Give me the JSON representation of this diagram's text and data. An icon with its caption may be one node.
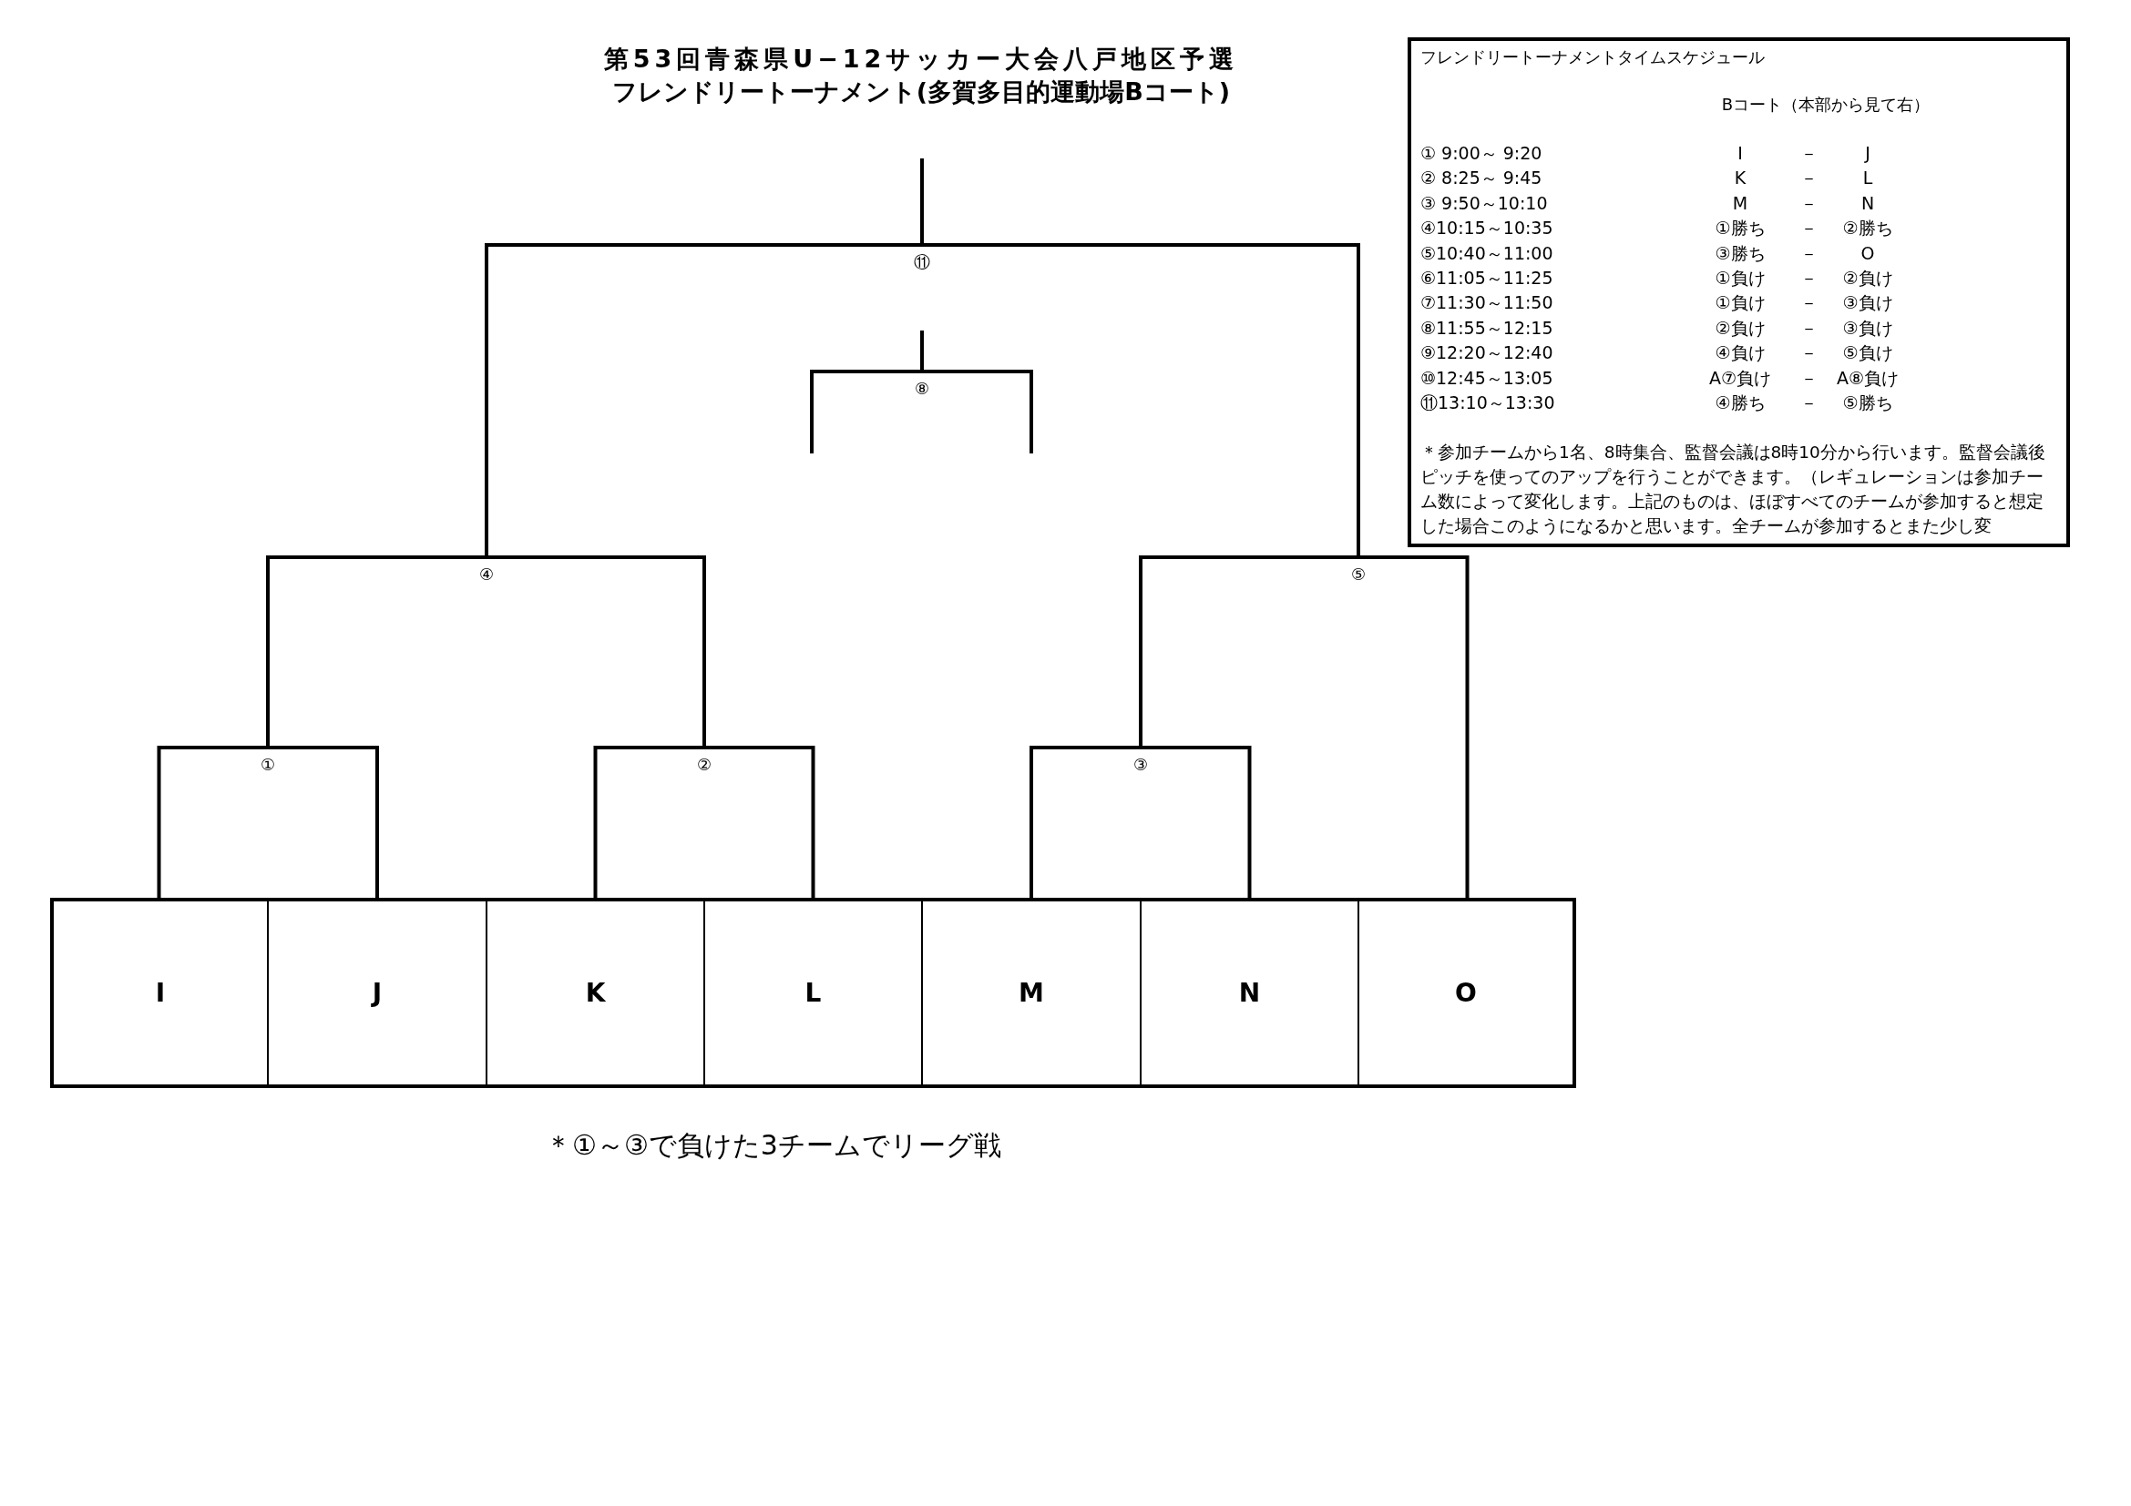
{
  "diagram": {
    "title": "第53回青森県U−12サッカー大会八戸地区予選",
    "nodes": [
      {
        "text": [
          "⑪"
        ]
      },
      {
        "text": [
          "⑧"
        ]
      },
      {
        "text": [
          "④"
        ]
      },
      {
        "text": [
          "⑤"
        ]
      },
      {
        "text": [
          "①"
        ]
      },
      {
        "text": [
          "②"
        ]
      },
      {
        "text": [
          "③"
        ]
      },
      {
        "text": [
          "I"
        ]
      },
      {
        "text": [
          "J"
        ]
      },
      {
        "text": [
          "K"
        ]
      },
      {
        "text": [
          "L"
        ]
      },
      {
        "text": [
          "M"
        ]
      },
      {
        "text": [
          "N"
        ]
      },
      {
        "text": [
          "O"
        ]
      },
      {
        "text": [
          "フレンドリートーナメントタイムスケジュール",
          "Bコート（本部から見て右）",
          "① 9:00～ 9:20",
          "I",
          "－",
          "J",
          "② 8:25～ 9:45",
          "K",
          "－",
          "L",
          "③ 9:50～10:10",
          "M",
          "－",
          "N",
          "④10:15～10:35",
          "①勝ち",
          "－",
          "②勝ち",
          "⑤10:40～11:00",
          "③勝ち",
          "－",
          "O",
          "⑥11:05～11:25",
          "①負け",
          "－",
          "②負け",
          "⑦11:30～11:50",
          "①負け",
          "－",
          "③負け",
          "⑧11:55～12:15",
          "②負け",
          "－",
          "③負け",
          "⑨12:20～12:40",
          "④負け",
          "－",
          "⑤負け",
          "⑩12:45～13:05",
          "A⑦負け",
          "－",
          "A⑧負け",
          "⑪13:10～13:30",
          "④勝ち",
          "－",
          "⑤勝ち",
          "＊参加チームから1名、8時集合、監督会議は8時10分から行います。監督会議後ピッチを使ってのアップを行うことができます。（レギュレーションは参加チーム数によって変化します。上記のものは、ほぼすべてのチームが参加すると想定した場合このようになるかと思います。全チームが参加するとまた少し変"
        ]
      }
    ],
    "edges": [
      {
        "from": 7,
        "to": 4,
        "arrow": "none"
      },
      {
        "from": 8,
        "to": 4,
        "arrow": "none"
      },
      {
        "from": 9,
        "to": 5,
        "arrow": "none"
      },
      {
        "from": 10,
        "to": 5,
        "arrow": "none"
      },
      {
        "from": 11,
        "to": 6,
        "arrow": "none"
      },
      {
        "from": 12,
        "to": 6,
        "arrow": "none"
      },
      {
        "from": 4,
        "to": 2,
        "arrow": "none"
      },
      {
        "from": 5,
        "to": 2,
        "arrow": "none"
      },
      {
        "from": 6,
        "to": 3,
        "arrow": "none"
      },
      {
        "from": 13,
        "to": 3,
        "arrow": "none"
      },
      {
        "from": 2,
        "to": 0,
        "arrow": "none"
      },
      {
        "from": 3,
        "to": 0,
        "arrow": "none"
      },
      {
        "from": 0,
        "to": null,
        "arrow": "none"
      },
      {
        "from": null,
        "to": 1,
        "arrow": "none"
      },
      {
        "from": null,
        "to": 1,
        "arrow": "none"
      },
      {
        "from": 1,
        "to": null,
        "arrow": "none"
      }
    ],
    "labels": [
      "フレンドリートーナメント(多賀多目的運動場Bコート)",
      "＊①～③で負けた3チームでリーグ戦"
    ]
  }
}
